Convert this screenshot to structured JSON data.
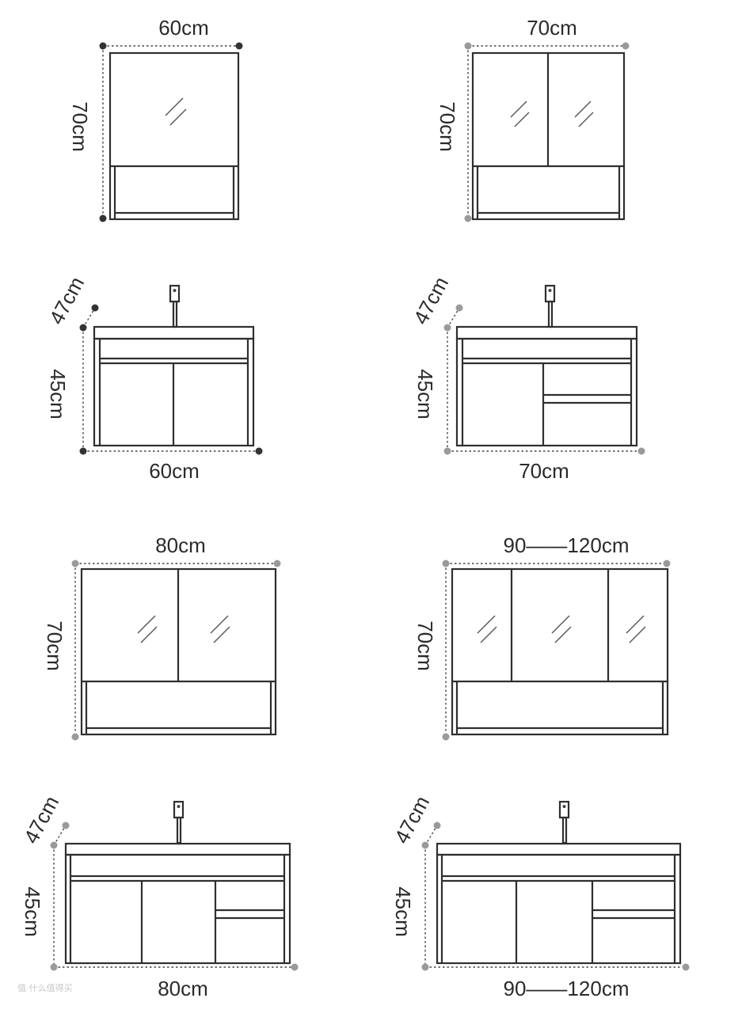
{
  "diagrams": {
    "mirror_60": {
      "width_label": "60cm",
      "height_label": "70cm"
    },
    "mirror_70": {
      "width_label": "70cm",
      "height_label": "70cm"
    },
    "vanity_60": {
      "depth_label": "47cm",
      "height_label": "45cm",
      "width_label": "60cm"
    },
    "vanity_70": {
      "depth_label": "47cm",
      "height_label": "45cm",
      "width_label": "70cm"
    },
    "mirror_80": {
      "width_label": "80cm",
      "height_label": "70cm"
    },
    "mirror_90_120": {
      "width_label": "90——120cm",
      "height_label": "70cm"
    },
    "vanity_80": {
      "depth_label": "47cm",
      "height_label": "45cm",
      "width_label": "80cm"
    },
    "vanity_90_120": {
      "depth_label": "47cm",
      "height_label": "45cm",
      "width_label": "90——120cm"
    }
  },
  "watermark": "值·什么值得买"
}
